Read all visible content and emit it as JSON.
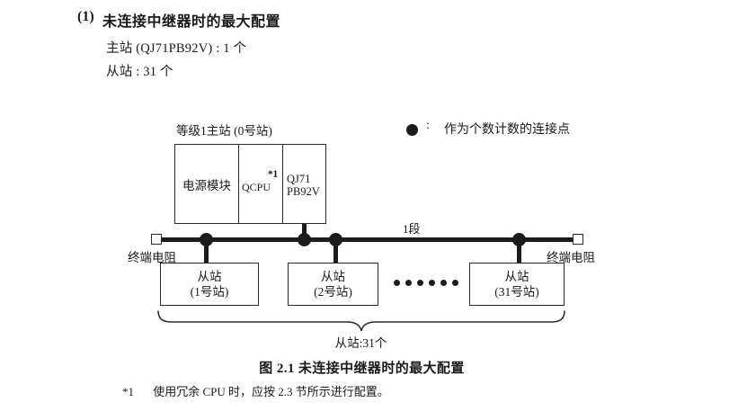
{
  "heading": {
    "number": "(1)",
    "title": "未连接中继器时的最大配置"
  },
  "specs": {
    "master": "主站 (QJ71PB92V) : 1 个",
    "slave": "从站 : 31 个"
  },
  "legend": {
    "marker": "filled-circle",
    "separator": ":",
    "text": "作为个数计数的连接点"
  },
  "diagram": {
    "master_label": "等级1主站 (0号站)",
    "rack": {
      "power_module": "电源模块",
      "cpu": "QCPU",
      "cpu_footnote_mark": "*1",
      "network_module_line1": "QJ71",
      "network_module_line2": "PB92V"
    },
    "segment_label": "1段",
    "terminal_resistor_left": "终端电阻",
    "terminal_resistor_right": "终端电阻",
    "slaves": [
      {
        "name": "从站",
        "station": "(1号站)"
      },
      {
        "name": "从站",
        "station": "(2号站)"
      },
      {
        "name": "从站",
        "station": "(31号站)"
      }
    ],
    "ellipsis_count": 6,
    "brace_label": "从站:31个"
  },
  "figure_caption": "图 2.1  未连接中继器时的最大配置",
  "footnote": {
    "mark": "*1",
    "text": "使用冗余 CPU 时，应按 2.3 节所示进行配置。"
  },
  "colors": {
    "ink": "#1c1c1c",
    "line": "#2a2a2a",
    "background": "#ffffff"
  }
}
